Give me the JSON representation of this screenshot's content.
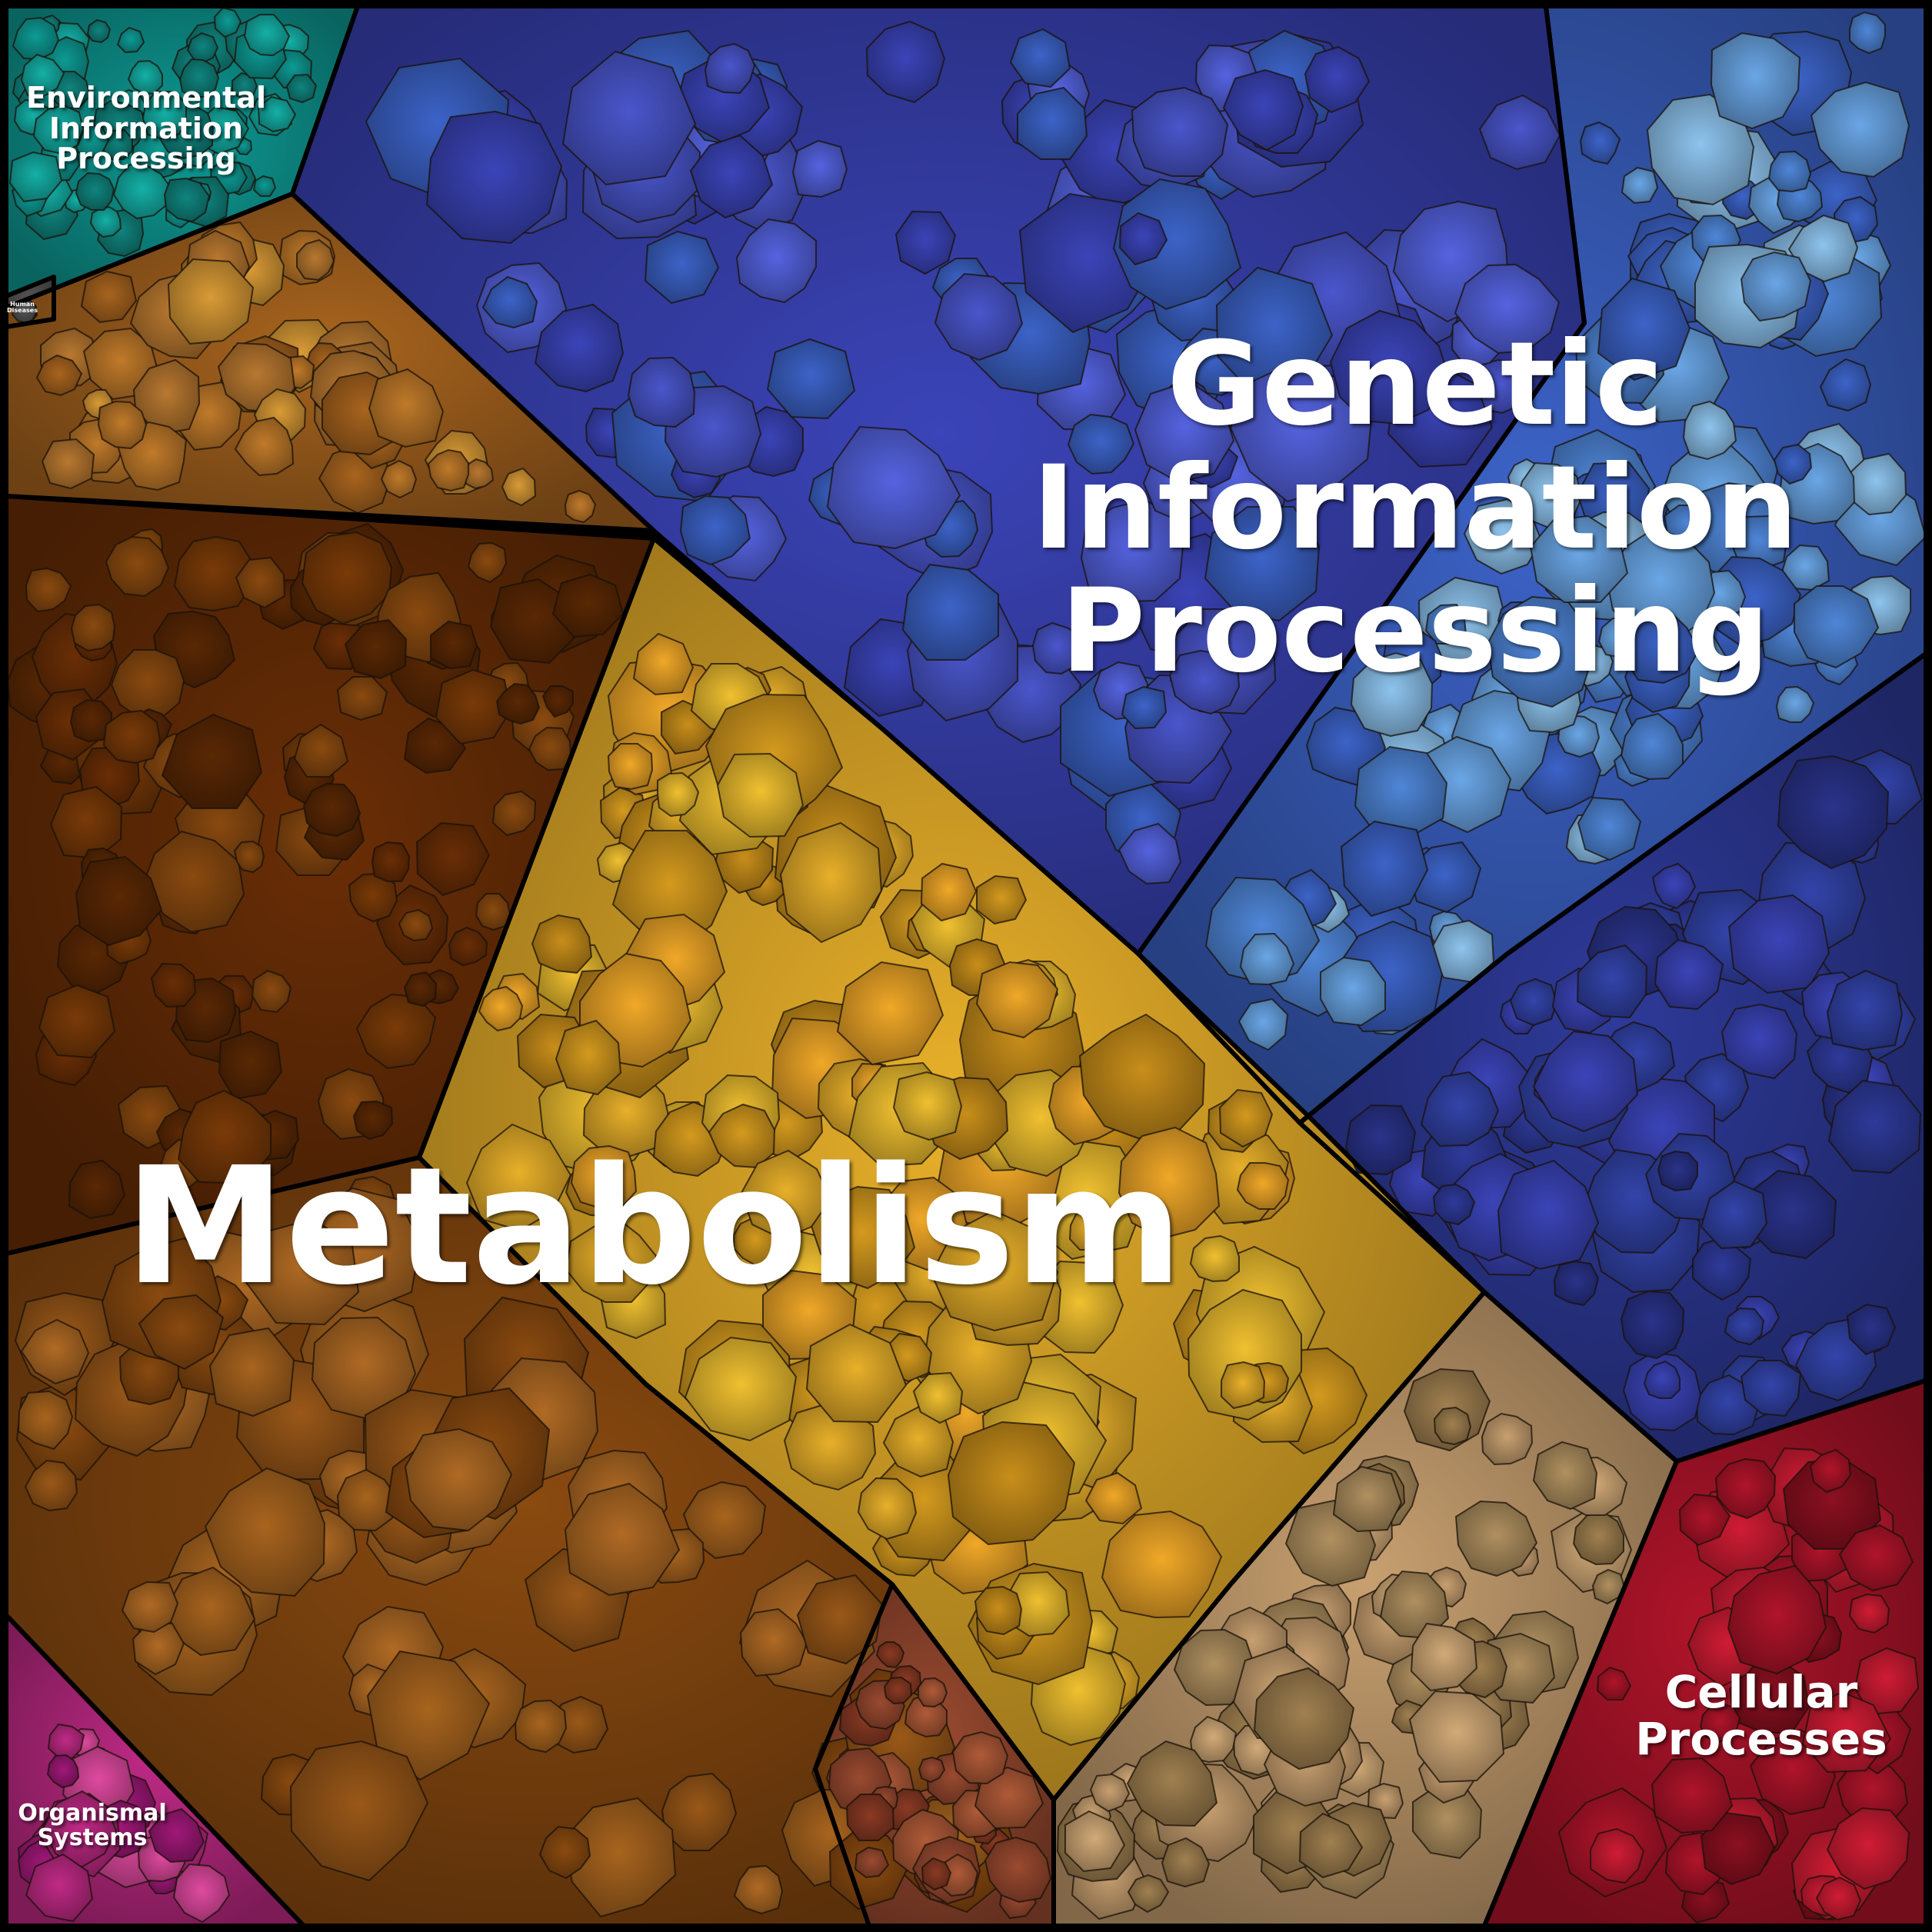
{
  "diagram": {
    "type": "voronoi-treemap",
    "categories": [
      {
        "key": "metabolism",
        "label": "Metabolism",
        "color": "#c98a1e"
      },
      {
        "key": "genetic",
        "label": "Genetic\nInformation\nProcessing",
        "color": "#4f5fd6"
      },
      {
        "key": "environmental",
        "label": "Environmental\nInformation\nProcessing",
        "color": "#16a8a0"
      },
      {
        "key": "cellular",
        "label": "Cellular\nProcesses",
        "color": "#c0172c"
      },
      {
        "key": "organismal",
        "label": "Organismal\nSystems",
        "color": "#d2388f"
      },
      {
        "key": "human",
        "label": "Human\nDiseases",
        "color": "#3a3a3a"
      }
    ],
    "palette": {
      "background": "#000000",
      "border": "#000000",
      "metabolism_shades": [
        "#7a3a08",
        "#8a4a10",
        "#a8641e",
        "#c07a2a",
        "#d99a36",
        "#e8b02a",
        "#f0c030",
        "#c8a070",
        "#b09060",
        "#9a4a30"
      ],
      "genetic_shades": [
        "#3b44b8",
        "#4a56cc",
        "#5563e0",
        "#3c63c8",
        "#4f86d8",
        "#6aa6e6",
        "#8ec4ee",
        "#2e3a9a"
      ],
      "environmental_shades": [
        "#0e9a94",
        "#14b0a6",
        "#10847e"
      ],
      "cellular_shades": [
        "#b0142a",
        "#d01c34",
        "#8c1020"
      ],
      "organismal_shades": [
        "#c02a86",
        "#e04aa0",
        "#a01878"
      ]
    }
  }
}
